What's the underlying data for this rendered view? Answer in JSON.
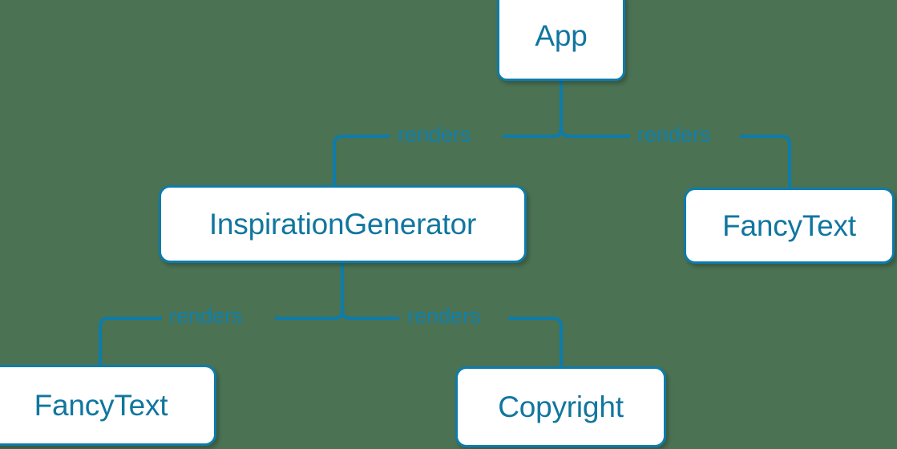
{
  "diagram": {
    "type": "component-tree",
    "background_color": "#4a7253",
    "accent_color": "#0d7cab",
    "text_color": "#11769f",
    "node_fill": "#ffffff",
    "nodes": [
      {
        "id": "app",
        "label": "App"
      },
      {
        "id": "inspiration",
        "label": "InspirationGenerator"
      },
      {
        "id": "fancytext_r",
        "label": "FancyText"
      },
      {
        "id": "fancytext_b",
        "label": "FancyText"
      },
      {
        "id": "copyright",
        "label": "Copyright"
      }
    ],
    "edges": [
      {
        "from": "app",
        "to": "inspiration",
        "label": "renders"
      },
      {
        "from": "app",
        "to": "fancytext_r",
        "label": "renders"
      },
      {
        "from": "inspiration",
        "to": "fancytext_b",
        "label": "renders"
      },
      {
        "from": "inspiration",
        "to": "copyright",
        "label": "renders"
      }
    ]
  }
}
